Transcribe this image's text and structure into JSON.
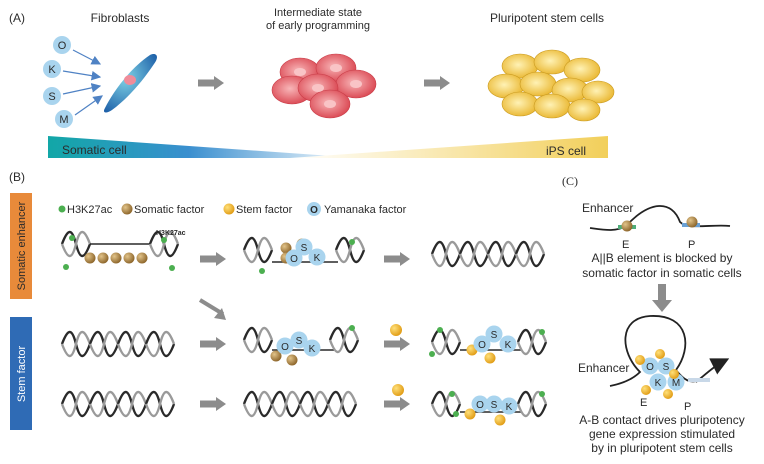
{
  "panel_a": {
    "label": "(A)",
    "fibroblasts": "Fibroblasts",
    "intermediate_line1": "Intermediate state",
    "intermediate_line2": "of early programming",
    "ipsc": "Pluripotent stem cells",
    "factors": [
      "O",
      "K",
      "S",
      "M"
    ],
    "gradient_left": "Somatic cell",
    "gradient_right": "iPS cell"
  },
  "panel_b": {
    "label": "(B)",
    "side_top": "Somatic enhancer",
    "side_bottom": "Stem factor",
    "legend": {
      "h3k27ac": "H3K27ac",
      "somatic": "Somatic factor",
      "stem": "Stem factor",
      "yamanaka": "Yamanaka factor",
      "yamanaka_glyph": "O"
    },
    "h3k27ac_tag": "H3K27ac",
    "row1_cluster": [
      "O",
      "S",
      "K"
    ],
    "row2_cluster": [
      "O",
      "S",
      "K"
    ],
    "row2_result": [
      "O",
      "S",
      "K"
    ],
    "row3_result": [
      "O",
      "S",
      "K"
    ]
  },
  "panel_c": {
    "label": "(C)",
    "enhancer_top": "Enhancer",
    "e_top": "E",
    "p_top": "P",
    "caption_top_line1": "A||B element is blocked by",
    "caption_top_line2": "somatic factor in somatic cells",
    "enhancer_bottom": "Enhancer",
    "cluster": [
      "O",
      "S",
      "K",
      "M"
    ],
    "e_bottom": "E",
    "p_bottom": "P",
    "caption_bottom_line1": "A-B contact drives pluripotency",
    "caption_bottom_line2": "gene expression stimulated",
    "caption_bottom_line3": "by in pluripotent stem cells"
  },
  "colors": {
    "factor_circle": "#a9d4ee",
    "somatic_factor": "#9a7434",
    "stem_factor": "#e7a91f",
    "h3k27ac": "#4caf50",
    "fibroblast": "#2f7fc0",
    "intermediate_cell": "#e05660",
    "ips_cell": "#f0c845",
    "orange_bar": "#e88a3a",
    "blue_bar": "#2f6bb5",
    "arrow_gray": "#8c8c8c"
  }
}
